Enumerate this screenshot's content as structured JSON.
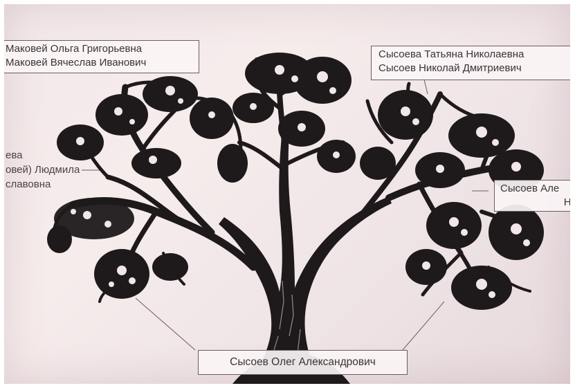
{
  "image": {
    "subject": "family-tree-drawing",
    "palette": {
      "paper": "#f3e9ea",
      "ink": "#1e1a1b",
      "box_border": "#6b5d60",
      "text": "#3a3334"
    }
  },
  "labels": {
    "top_left": {
      "line1": "Маковей Ольга Григорьевна",
      "line2": "Маковей Вячеслав Иванович"
    },
    "top_right": {
      "line1": "Сысоева Татьяна Николаевна",
      "line2": "Сысоев Николай Дмитриевич"
    },
    "left": {
      "line1": "ева",
      "line2": "овей) Людмила",
      "line3": "славовна"
    },
    "right": {
      "line1": "Сысоев Але",
      "line2": "Ни"
    },
    "bottom": {
      "line1": "Сысоев Олег Александрович"
    }
  }
}
